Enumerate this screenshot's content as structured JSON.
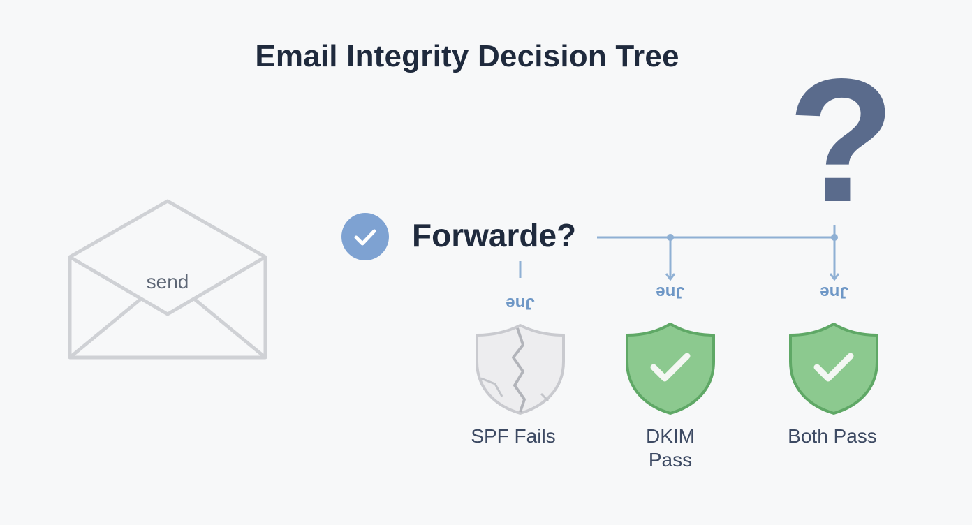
{
  "title": "Email Integrity Decision Tree",
  "question_mark": "?",
  "envelope": {
    "label": "send"
  },
  "decision": {
    "label": "Forwarde?"
  },
  "branches": [
    {
      "edge_label": "Jne",
      "outcome": "SPF Fails",
      "status": "fail"
    },
    {
      "edge_label": "Jne",
      "outcome": "DKIM Pass",
      "status": "pass"
    },
    {
      "edge_label": "Jne",
      "outcome": "Both Pass",
      "status": "pass"
    }
  ],
  "colors": {
    "title": "#1f2a3d",
    "connector": "#8fb0d4",
    "edge_label": "#6e97c6",
    "check_circle": "#7ea2d2",
    "pass_shield": "#8cc98f",
    "pass_shield_border": "#5fa866",
    "fail_shield": "#ededef",
    "question_mark": "#5a6b8c"
  }
}
